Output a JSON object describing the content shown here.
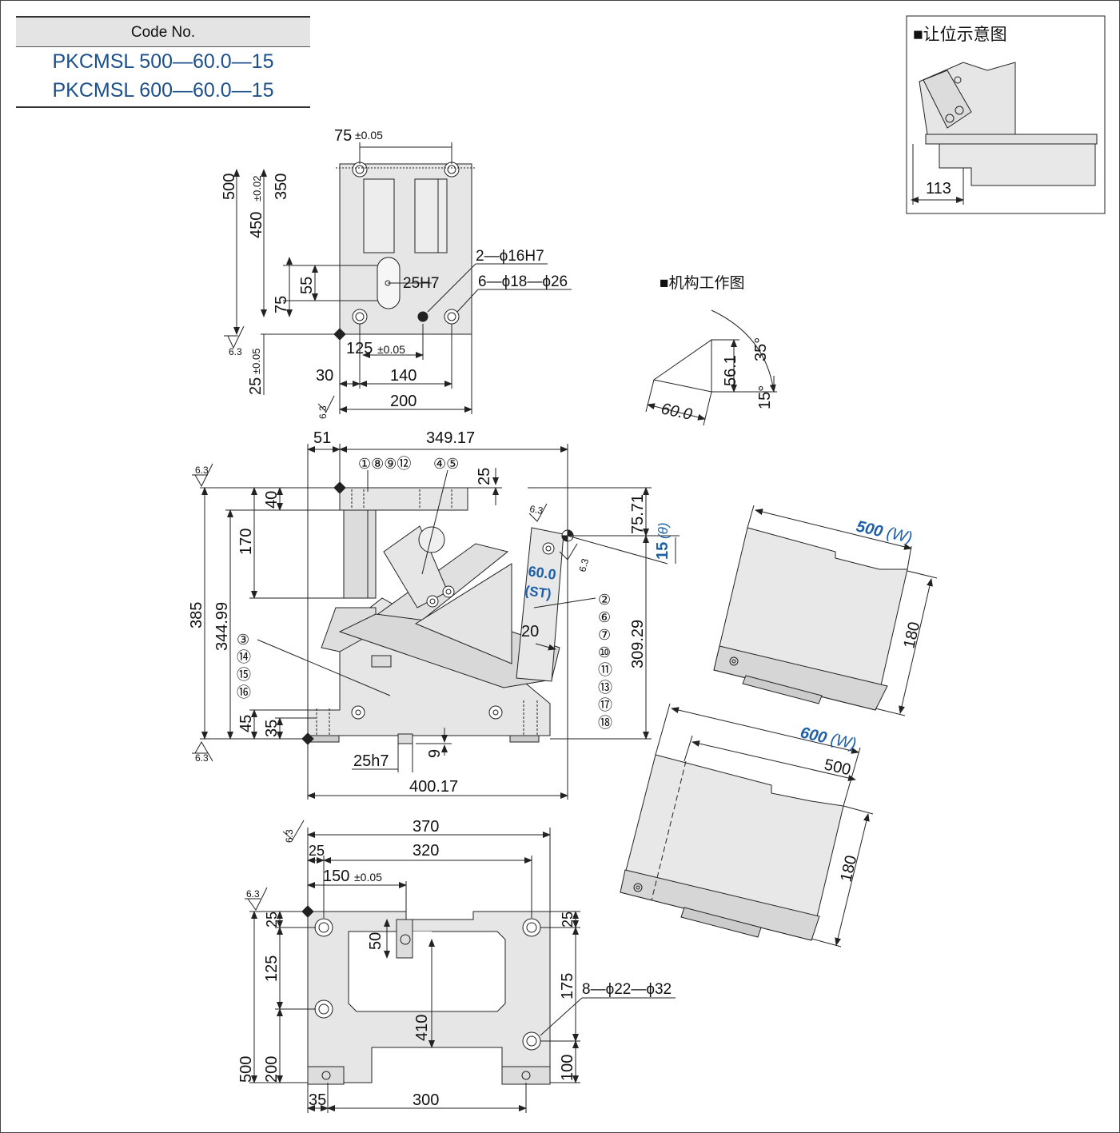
{
  "code_table": {
    "header": "Code No.",
    "codes": [
      "PKCMSL 500—60.0—15",
      "PKCMSL 600—60.0—15"
    ]
  },
  "inset": {
    "title": "■让位示意图",
    "dim_113": "113"
  },
  "mechanism": {
    "title": "■机构工作图",
    "dim_56_1": "56.1",
    "dim_60": "60.0",
    "angle_35": "35°",
    "angle_15": "15°"
  },
  "top_view": {
    "d75": "75",
    "tol_005": "±0.05",
    "d500": "500",
    "d450": "450",
    "tol_002": "±0.02",
    "d350": "350",
    "d55": "55",
    "d75b": "75",
    "d25": "25",
    "d125": "125",
    "d30": "30",
    "d140": "140",
    "d200": "200",
    "slot": "25H7",
    "hole_a": "2—ϕ16H7",
    "hole_b": "6—ϕ18—ϕ26",
    "rough": "6.3"
  },
  "side_view": {
    "d51": "51",
    "d349_17": "349.17",
    "d25": "25",
    "d40": "40",
    "d170": "170",
    "d385": "385",
    "d344_99": "344.99",
    "d45": "45",
    "d35": "35",
    "d75_71": "75.71",
    "d309_29": "309.29",
    "d15": "15",
    "theta": "(θ)",
    "st_value": "60.0",
    "st_label": "(ST)",
    "d20": "20",
    "d9": "9",
    "slot": "25h7",
    "d400_17": "400.17",
    "parts_top": "①⑧⑨⑫",
    "parts_45": "④⑤",
    "parts_left": [
      "③",
      "⑭",
      "⑮",
      "⑯"
    ],
    "parts_right": [
      "②",
      "⑥",
      "⑦",
      "⑩",
      "⑪",
      "⑬",
      "⑰",
      "⑱"
    ]
  },
  "bottom_view": {
    "d370": "370",
    "d25a": "25",
    "d320": "320",
    "d150": "150",
    "tol_005": "±0.05",
    "d25b": "25",
    "d50": "50",
    "d125": "125",
    "d410": "410",
    "d500": "500",
    "d200": "200",
    "d25c": "25",
    "d175": "175",
    "d100": "100",
    "d35": "35",
    "d300": "300",
    "holes": "8—ϕ22—ϕ32"
  },
  "variants": {
    "w500": "500",
    "w500_unit": "(W)",
    "d180a": "180",
    "w600": "600",
    "w600_unit": "(W)",
    "d500": "500",
    "d180b": "180"
  },
  "colors": {
    "accent_blue": "#1d5fa8",
    "part_fill": "#e8e8e8",
    "line": "#222"
  }
}
